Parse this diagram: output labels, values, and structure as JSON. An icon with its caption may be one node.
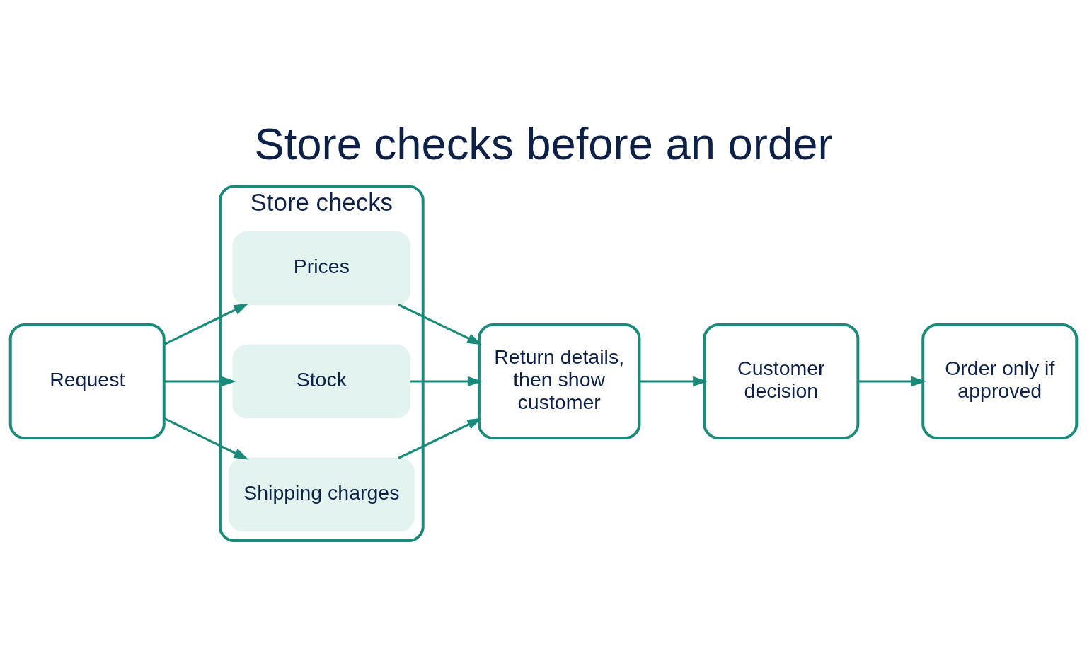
{
  "diagram": {
    "title": "Store checks before an order",
    "nodes": [
      {
        "text": [
          "Request"
        ]
      },
      {
        "text": [
          "Store checks"
        ]
      },
      {
        "text": [
          "Prices"
        ],
        "in": 1
      },
      {
        "text": [
          "Stock"
        ],
        "in": 1
      },
      {
        "text": [
          "Shipping charges"
        ],
        "in": 1
      },
      {
        "text": [
          "Return details, then show customer"
        ]
      },
      {
        "text": [
          "Customer decision"
        ]
      },
      {
        "text": [
          "Order only if approved"
        ]
      }
    ],
    "edges": [
      {
        "from": 0,
        "to": 2,
        "arrow": "to"
      },
      {
        "from": 0,
        "to": 3,
        "arrow": "to"
      },
      {
        "from": 0,
        "to": 4,
        "arrow": "to"
      },
      {
        "from": 2,
        "to": 5,
        "arrow": "to"
      },
      {
        "from": 3,
        "to": 5,
        "arrow": "to"
      },
      {
        "from": 4,
        "to": 5,
        "arrow": "to"
      },
      {
        "from": 5,
        "to": 6,
        "arrow": "to"
      },
      {
        "from": 6,
        "to": 7,
        "arrow": "to"
      }
    ]
  }
}
